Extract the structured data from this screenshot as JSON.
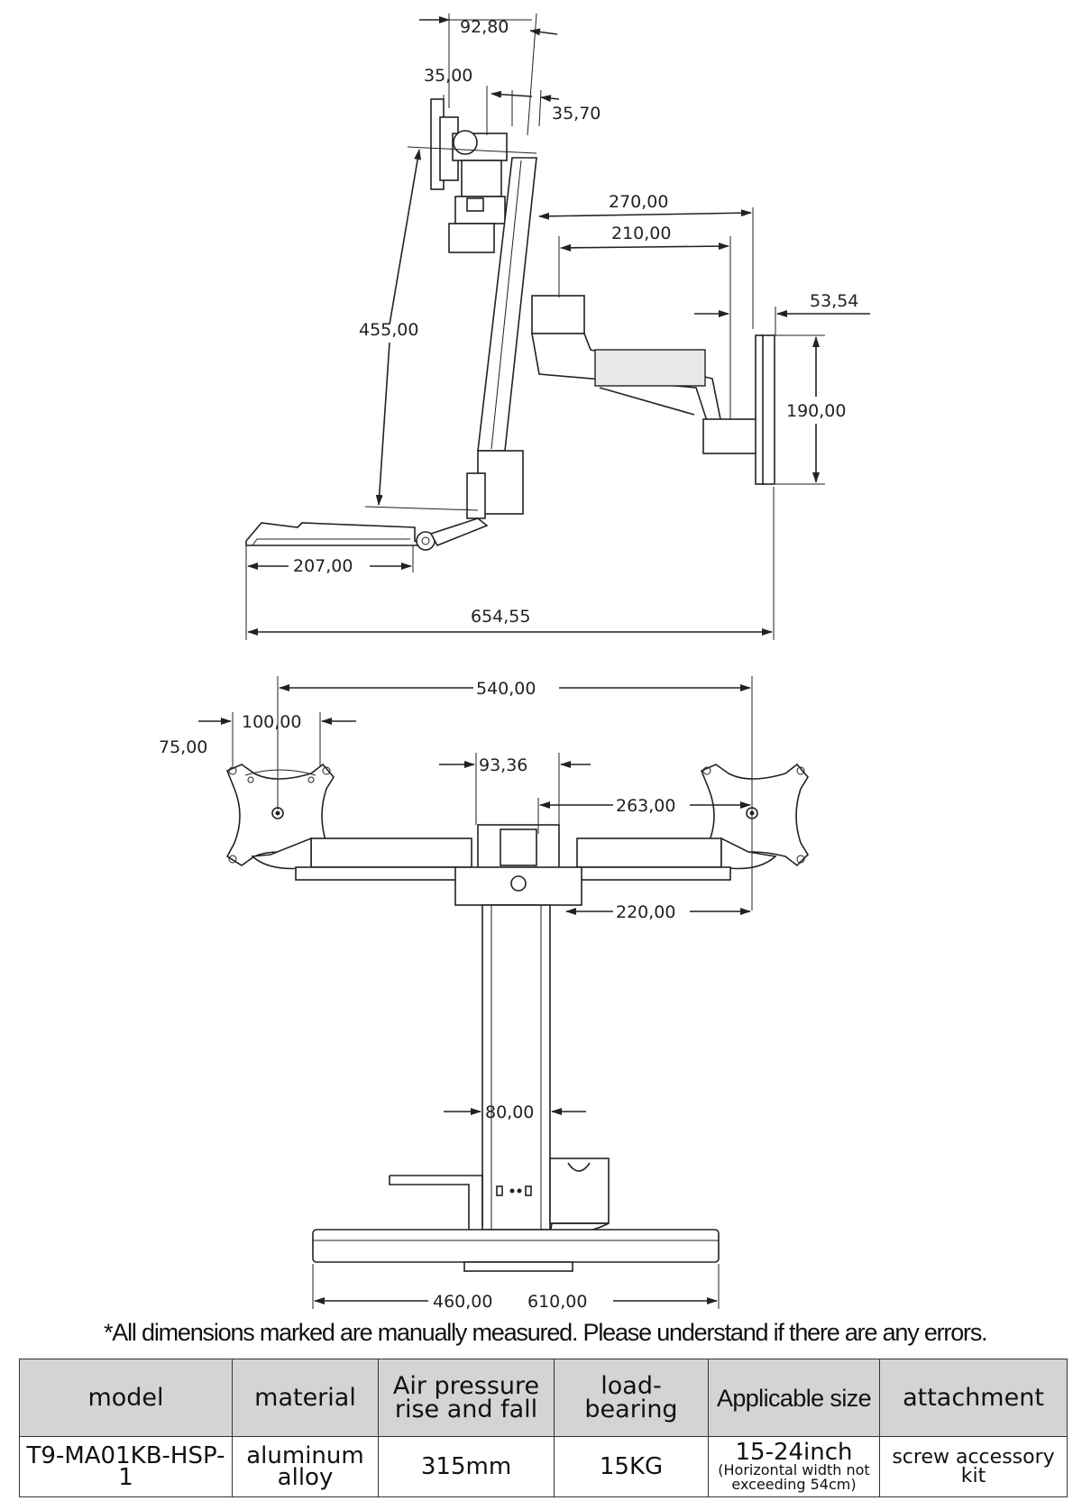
{
  "side_view": {
    "dims": {
      "d_92_80": "92,80",
      "d_35_00": "35,00",
      "d_35_70": "35,70",
      "d_270": "270,00",
      "d_210": "210,00",
      "d_53_54": "53,54",
      "d_455": "455,00",
      "d_190": "190,00",
      "d_207": "207,00",
      "d_654_55": "654,55"
    }
  },
  "front_view": {
    "dims": {
      "d_540": "540,00",
      "d_100": "100,00",
      "d_75": "75,00",
      "d_93_36": "93,36",
      "d_263": "263,00",
      "d_220": "220,00",
      "d_80": "80,00",
      "d_460": "460,00",
      "d_610": "610,00"
    }
  },
  "note": "*All dimensions marked are manually measured. Please understand if there are any errors.",
  "spec_table": {
    "headers": {
      "model": "model",
      "material": "material",
      "air_line1": "Air pressure",
      "air_line2": "rise and fall",
      "load": "load-bearing",
      "size": "Applicable size",
      "attachment": "attachment"
    },
    "row": {
      "model": "T9-MA01KB-HSP-1",
      "material_line1": "aluminum",
      "material_line2": "alloy",
      "air": "315mm",
      "load": "15KG",
      "size_main": "15-24inch",
      "size_sub1": "(Horizontal width not",
      "size_sub2": "exceeding 54cm)",
      "attachment_line1": "screw accessory",
      "attachment_line2": "kit"
    }
  }
}
